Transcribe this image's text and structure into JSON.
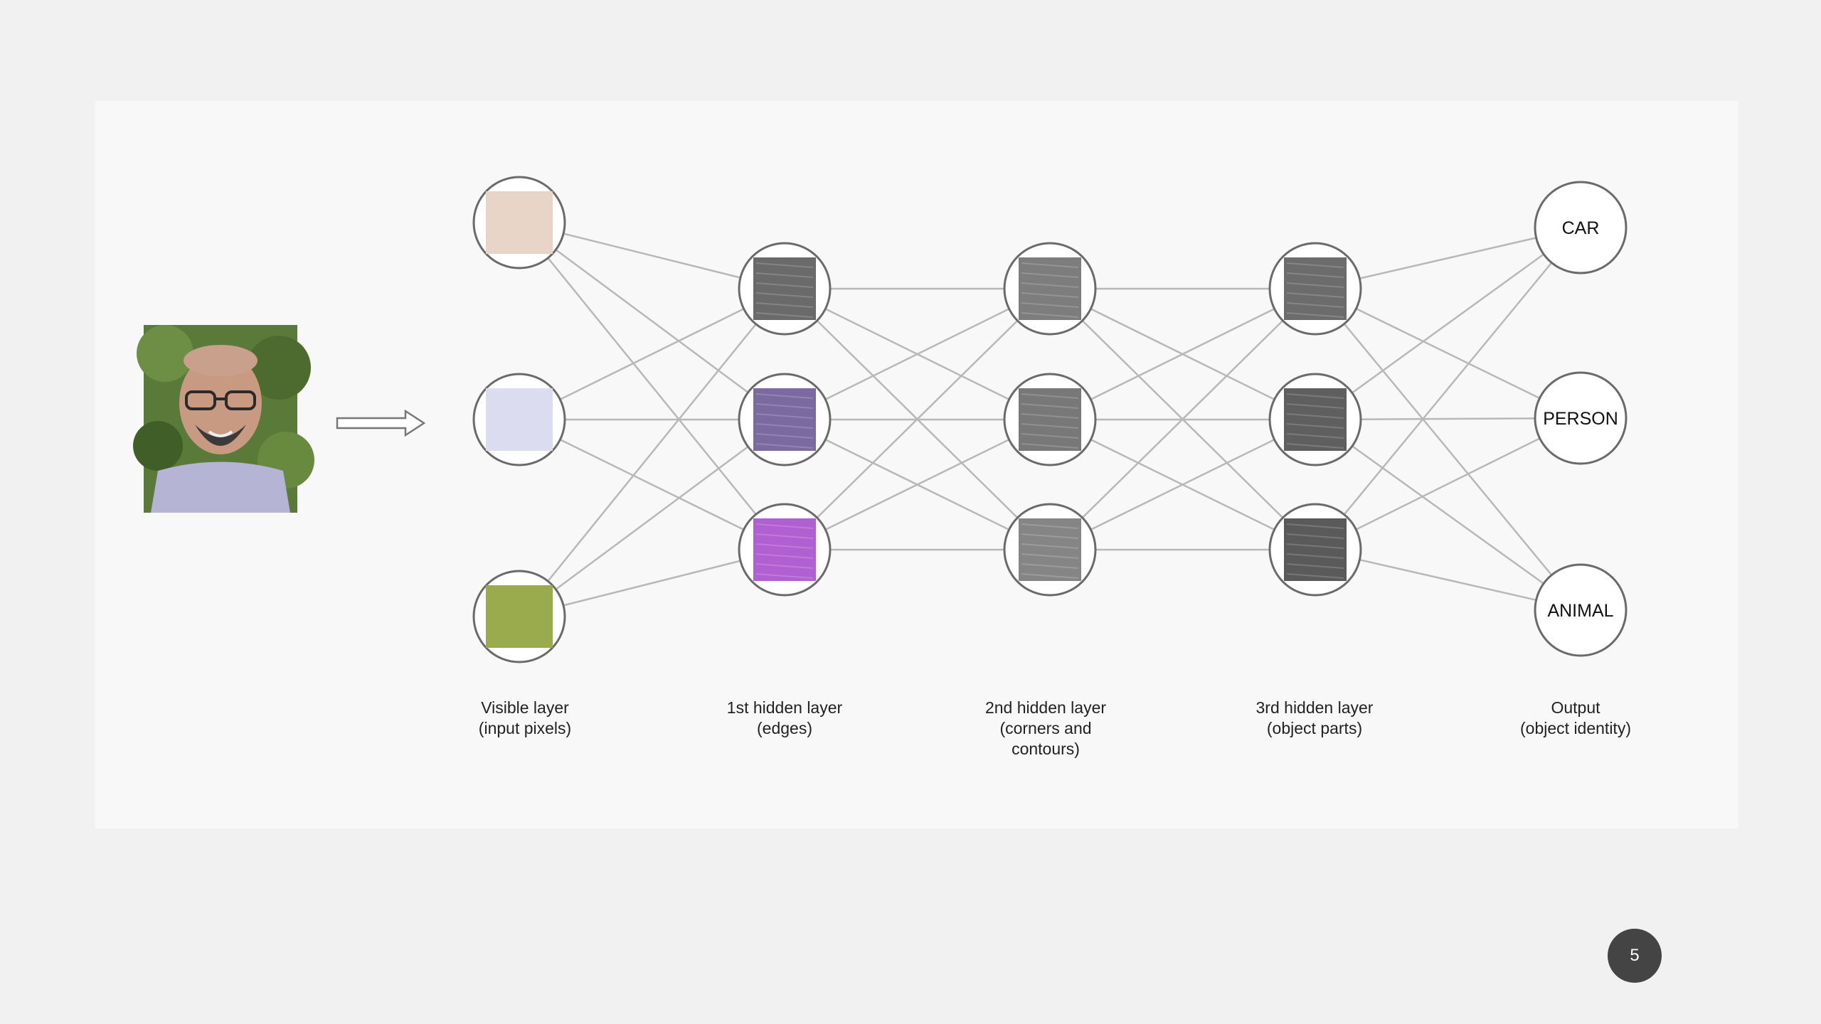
{
  "layers": [
    {
      "id": "visible",
      "label_line1": "Visible layer",
      "label_line2": "(input pixels)",
      "label_line3": ""
    },
    {
      "id": "hidden1",
      "label_line1": "1st hidden layer",
      "label_line2": "(edges)",
      "label_line3": ""
    },
    {
      "id": "hidden2",
      "label_line1": "2nd hidden layer",
      "label_line2": "(corners and",
      "label_line3": "contours)"
    },
    {
      "id": "hidden3",
      "label_line1": "3rd hidden layer",
      "label_line2": "(object parts)",
      "label_line3": ""
    },
    {
      "id": "output",
      "label_line1": "Output",
      "label_line2": "(object identity)",
      "label_line3": ""
    }
  ],
  "outputs": [
    "CAR",
    "PERSON",
    "ANIMAL"
  ],
  "input_swatch_colors": [
    "#e8d5c8",
    "#dcdcf0",
    "#9aab4e"
  ],
  "hidden_patch_colors": {
    "hidden1": [
      "#6a6a6a",
      "#7a6aa0",
      "#b060d0"
    ],
    "hidden2": [
      "#7d7d7d",
      "#787878",
      "#858585"
    ],
    "hidden3": [
      "#6c6c6c",
      "#5f5f5f",
      "#5a5a5a"
    ]
  },
  "page_number": "5"
}
